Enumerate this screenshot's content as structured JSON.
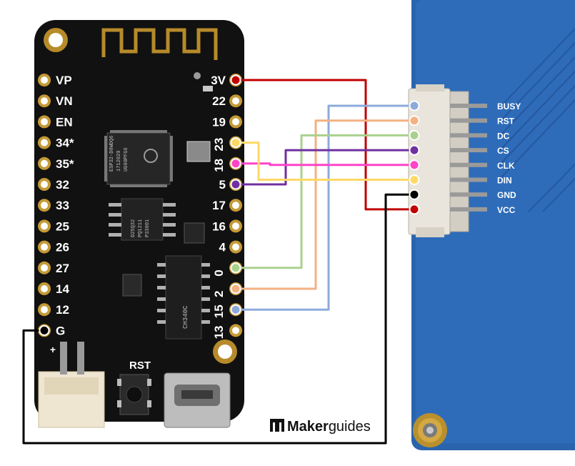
{
  "board": {
    "left_pins": [
      "VP",
      "VN",
      "EN",
      "34*",
      "35*",
      "32",
      "33",
      "25",
      "26",
      "27",
      "14",
      "12",
      "G"
    ],
    "right_pins": [
      "3V",
      "22",
      "19",
      "23",
      "18",
      "5",
      "17",
      "16",
      "4",
      "0",
      "2",
      "15",
      "13"
    ],
    "rst_label": "RST",
    "plus_label": "+",
    "chip_esp_text": [
      "ESP32-D0WDQ6",
      "1712020",
      "UG00PFG6"
    ],
    "chip_mem_text": [
      "D25Q32",
      "PQ1211",
      "P33001"
    ],
    "chip_usb_text": "CH340C"
  },
  "display": {
    "signals": [
      "BUSY",
      "RST",
      "DC",
      "CS",
      "CLK",
      "DIN",
      "GND",
      "VCC"
    ]
  },
  "brand": {
    "name_bold": "Maker",
    "name_regular": "guides"
  },
  "wire_colors": {
    "red": "#c00000",
    "blue": "#8eaadb",
    "orange": "#f4b183",
    "green": "#a9d18e",
    "purple": "#7030a0",
    "pink": "#ff44c8",
    "yellow": "#ffd966",
    "black": "#000000"
  }
}
